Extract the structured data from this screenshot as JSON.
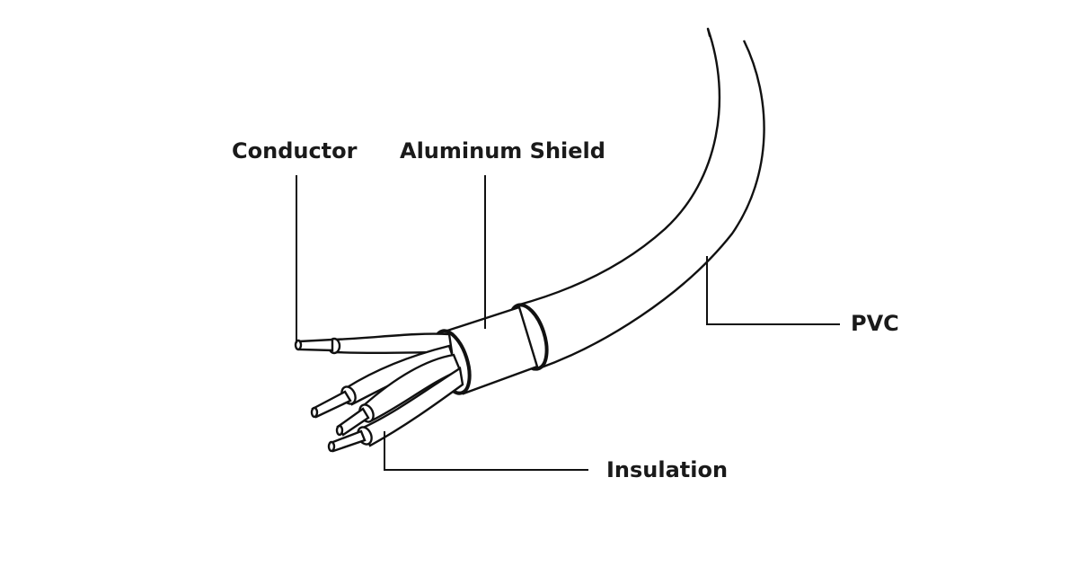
{
  "labels": {
    "conductor": "Conductor",
    "aluminum_shield": "Aluminum Shield",
    "pvc": "PVC",
    "insulation": "Insulation"
  }
}
